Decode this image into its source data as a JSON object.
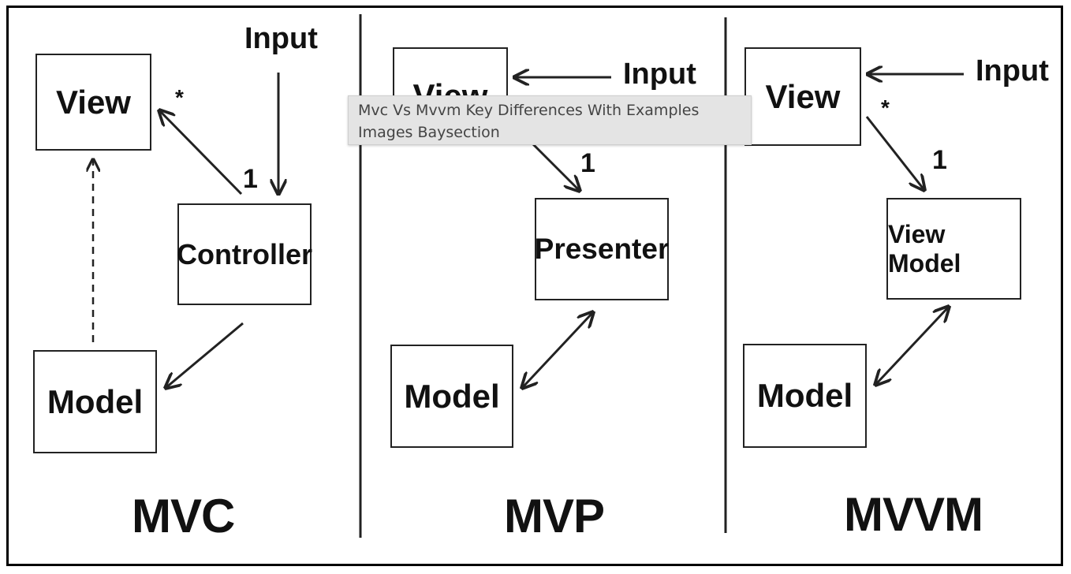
{
  "mvc": {
    "view": "View",
    "controller": "Controller",
    "model": "Model",
    "input": "Input",
    "star": "*",
    "one": "1",
    "title": "MVC"
  },
  "mvp": {
    "view": "View",
    "presenter": "Presenter",
    "model": "Model",
    "input": "Input",
    "one": "1",
    "title": "MVP"
  },
  "mvvm": {
    "view": "View",
    "view_model": "View Model",
    "model": "Model",
    "input": "Input",
    "star": "*",
    "one": "1",
    "title": "MVVM"
  },
  "tooltip": {
    "text": "Mvc Vs Mvvm Key Differences With Examples Images Baysection"
  }
}
